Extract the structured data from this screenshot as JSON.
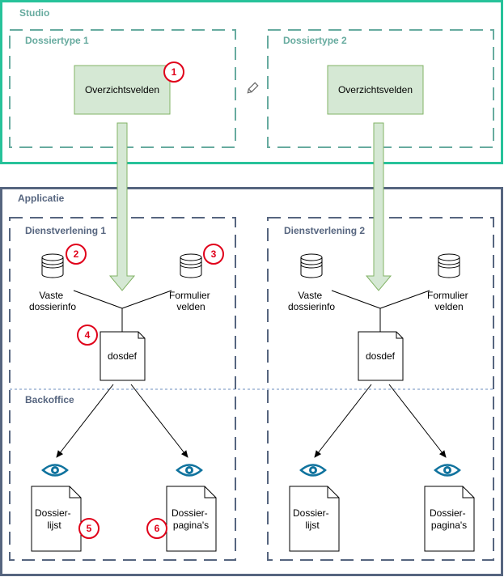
{
  "colors": {
    "studio_border": "#27c29a",
    "app_border": "#56657f",
    "dashed_teal": "#67ab9f",
    "dashed_blue": "#56657f",
    "box_fill": "#d5e8d4",
    "box_stroke": "#82b366",
    "arrow_fill": "#d5e8d4",
    "arrow_stroke": "#82b366",
    "badge": "#e0001a",
    "eye": "#10739e"
  },
  "studio": {
    "title": "Studio",
    "dossiertype1": {
      "title": "Dossiertype 1",
      "box": "Overzichtsvelden"
    },
    "dossiertype2": {
      "title": "Dossiertype 2",
      "box": "Overzichtsvelden"
    }
  },
  "applicatie": {
    "title": "Applicatie",
    "backoffice": "Backoffice",
    "dienst1": {
      "title": "Dienstverlening 1",
      "db1": [
        "Vaste",
        "dossierinfo"
      ],
      "db2": [
        "Formulier",
        "velden"
      ],
      "doc": "dosdef",
      "list": [
        "Dossier-",
        "lijst"
      ],
      "page": [
        "Dossier-",
        "pagina's"
      ]
    },
    "dienst2": {
      "title": "Dienstverlening 2",
      "db1": [
        "Vaste",
        "dossierinfo"
      ],
      "db2": [
        "Formulier",
        "velden"
      ],
      "doc": "dosdef",
      "list": [
        "Dossier-",
        "lijst"
      ],
      "page": [
        "Dossier-",
        "pagina's"
      ]
    }
  },
  "badges": [
    "1",
    "2",
    "3",
    "4",
    "5",
    "6"
  ]
}
